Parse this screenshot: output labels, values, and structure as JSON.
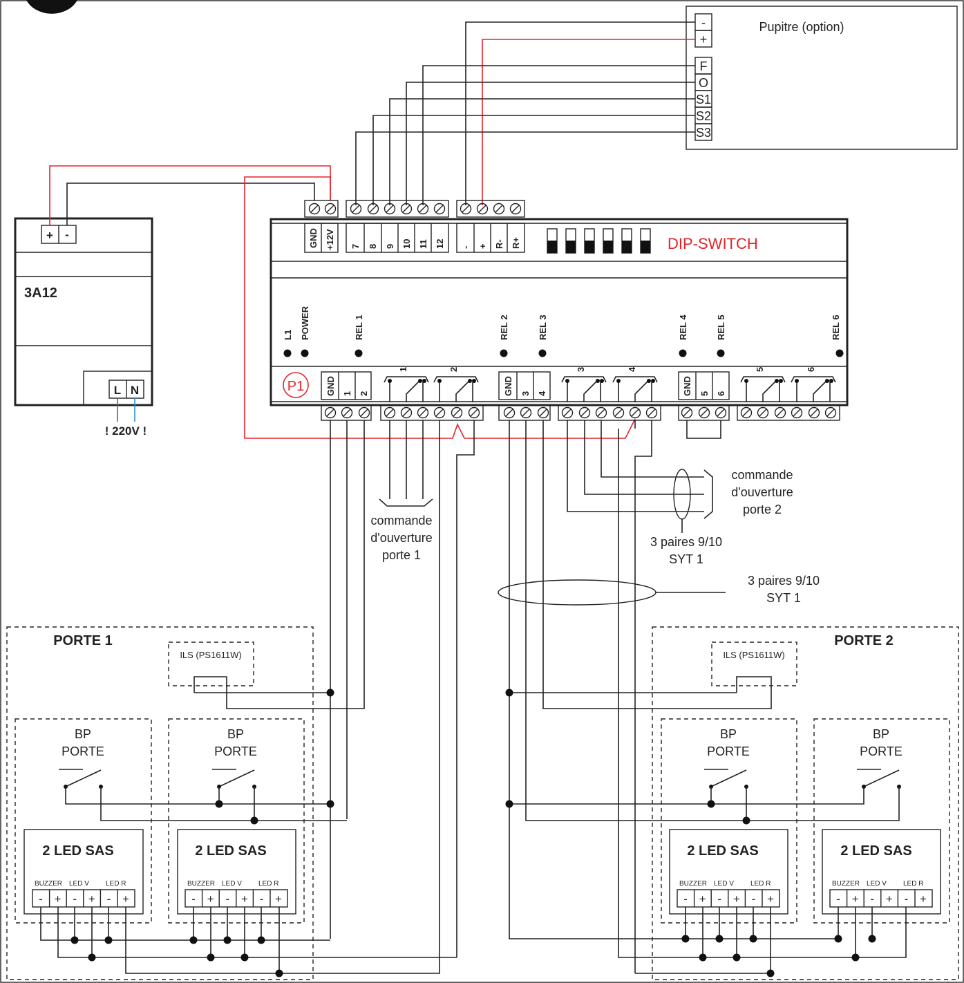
{
  "psu": {
    "name": "3A12",
    "plus": "+",
    "minus": "-",
    "l": "L",
    "n": "N",
    "mains": "! 220V !"
  },
  "pupitre": {
    "title": "Pupitre (option)",
    "terminals": [
      "-",
      "+",
      "F",
      "O",
      "S1",
      "S2",
      "S3"
    ]
  },
  "controller": {
    "top_terminals": [
      "GND",
      "+12V",
      "7",
      "8",
      "9",
      "10",
      "11",
      "12",
      "-",
      "+",
      "R-",
      "R+"
    ],
    "dip_label": "DIP-SWITCH",
    "leds": [
      "L1",
      "POWER",
      "REL 1",
      "REL 2",
      "REL 3",
      "REL 4",
      "REL 5",
      "REL 6"
    ],
    "p1": "P1",
    "bottom_terminals": [
      "GND",
      "1",
      "2",
      "GND",
      "3",
      "4",
      "GND",
      "5",
      "6"
    ],
    "relays": [
      "1",
      "2",
      "3",
      "4",
      "5",
      "6"
    ]
  },
  "labels": {
    "cmd_porte1": [
      "commande",
      "d'ouverture",
      "porte 1"
    ],
    "cmd_porte2": [
      "commande",
      "d'ouverture",
      "porte 2"
    ],
    "cable_a": [
      "3 paires 9/10",
      "SYT 1"
    ],
    "cable_b": [
      "3 paires 9/10",
      "SYT 1"
    ]
  },
  "doors": [
    {
      "title": "PORTE 1",
      "ils": "ILS (PS1611W)",
      "bp": [
        "BP",
        "PORTE"
      ],
      "led_title": "2 LED SAS",
      "led_groups": [
        "BUZZER",
        "LED V",
        "LED R"
      ],
      "led_terms": [
        "-",
        "+",
        "-",
        "+",
        "-",
        "+"
      ]
    },
    {
      "title": "PORTE 2",
      "ils": "ILS (PS1611W)",
      "bp": [
        "BP",
        "PORTE"
      ],
      "led_title": "2 LED SAS",
      "led_groups": [
        "BUZZER",
        "LED V",
        "LED R"
      ],
      "led_terms": [
        "-",
        "+",
        "-",
        "+",
        "-",
        "+"
      ]
    }
  ],
  "colors": {
    "red_wire": "#e3232a",
    "black_wire": "#222222",
    "phase": "#8a5a2b",
    "neutral": "#2a8fd6"
  }
}
